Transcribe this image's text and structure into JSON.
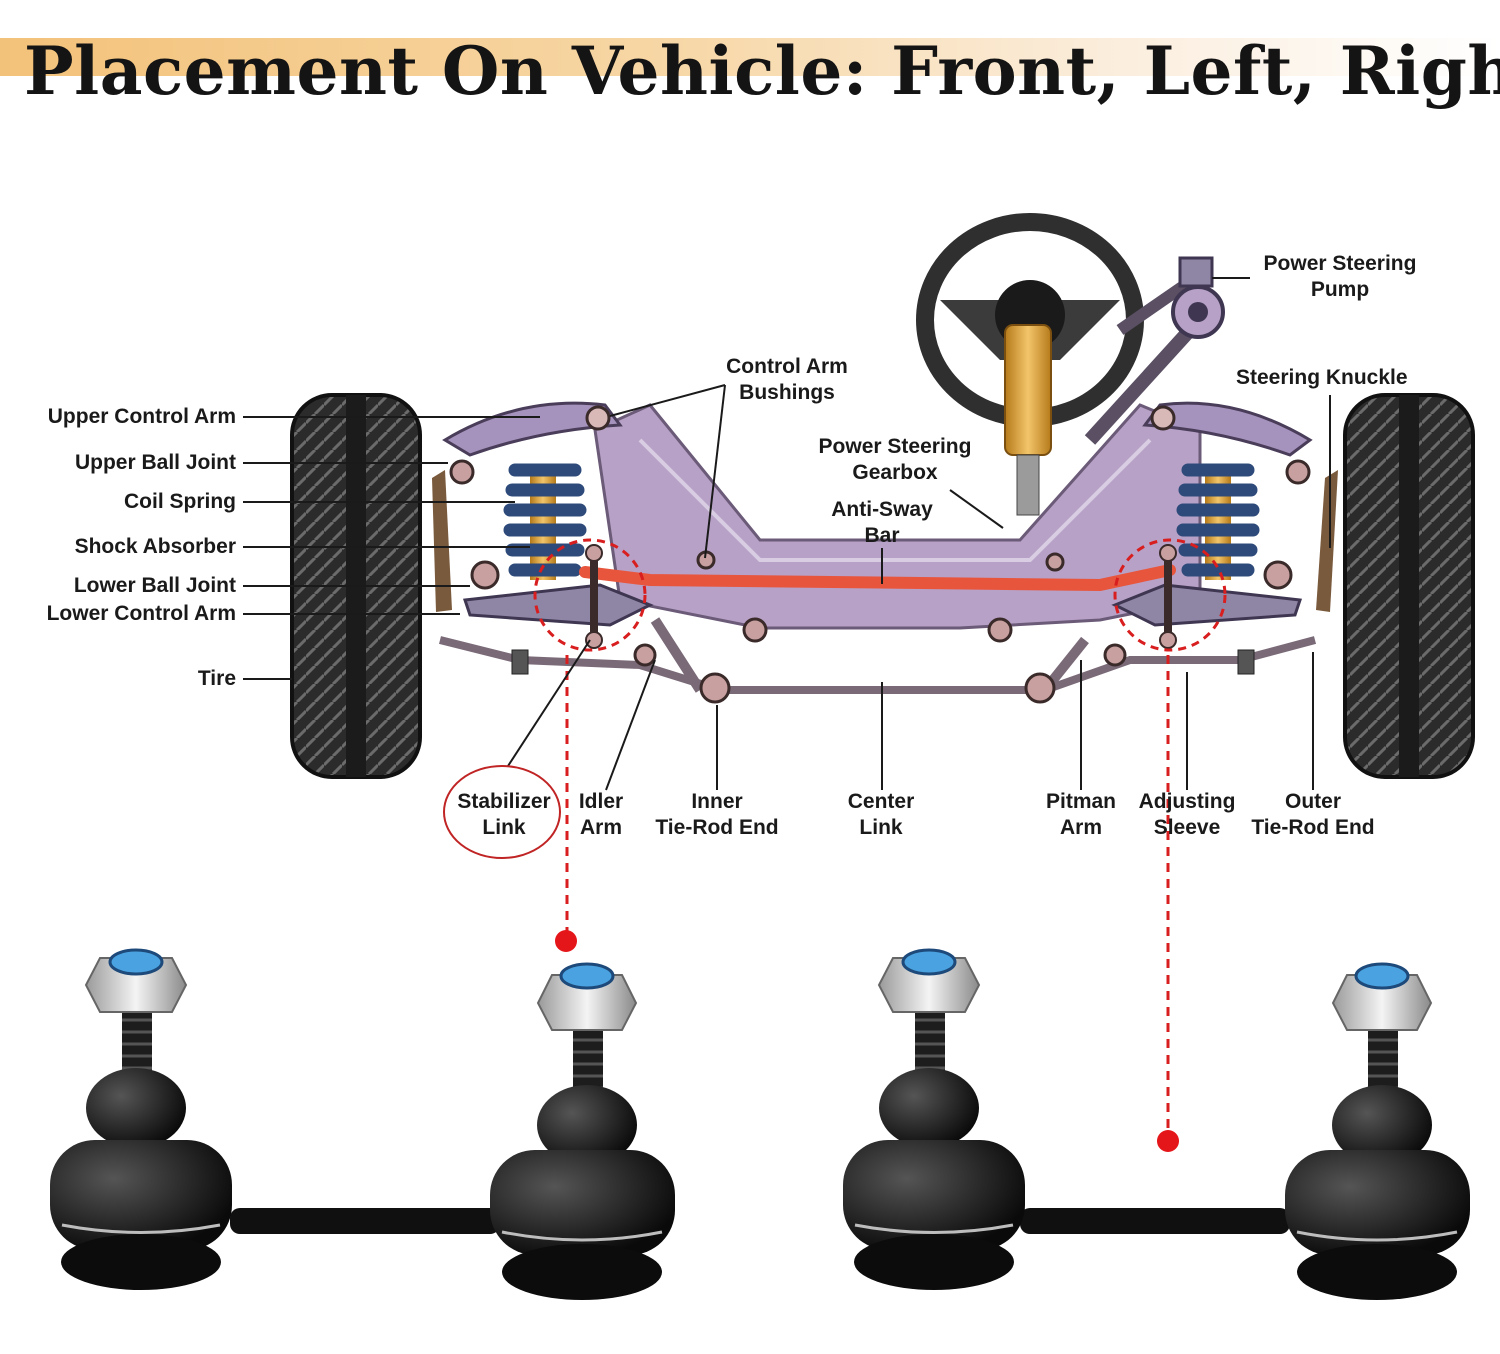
{
  "title": "Placement On Vehicle: Front, Left, Right",
  "labels": {
    "upper_control_arm": "Upper Control Arm",
    "upper_ball_joint": "Upper Ball Joint",
    "coil_spring": "Coil Spring",
    "shock_absorber": "Shock Absorber",
    "lower_ball_joint": "Lower Ball Joint",
    "lower_control_arm": "Lower Control Arm",
    "tire": "Tire",
    "control_arm_bushings": [
      "Control Arm",
      "Bushings"
    ],
    "power_steering_gearbox": [
      "Power Steering",
      "Gearbox"
    ],
    "anti_sway_bar": [
      "Anti-Sway",
      "Bar"
    ],
    "power_steering_pump": [
      "Power Steering",
      "Pump"
    ],
    "steering_knuckle": "Steering Knuckle",
    "stabilizer_link": [
      "Stabilizer",
      "Link"
    ],
    "idler_arm": [
      "Idler",
      "Arm"
    ],
    "inner_tie_rod_end": [
      "Inner",
      "Tie-Rod End"
    ],
    "center_link": [
      "Center",
      "Link"
    ],
    "pitman_arm": [
      "Pitman",
      "Arm"
    ],
    "adjusting_sleeve": [
      "Adjusting",
      "Sleeve"
    ],
    "outer_tie_rod_end": [
      "Outer",
      "Tie-Rod End"
    ]
  },
  "colors": {
    "highlight_red": "#d81e1e",
    "frame_purple": "#b7a1c6",
    "tire_dark": "#2a2a2a",
    "spring_blue": "#2e4a7a",
    "shock_yellow": "#e9a93a"
  }
}
